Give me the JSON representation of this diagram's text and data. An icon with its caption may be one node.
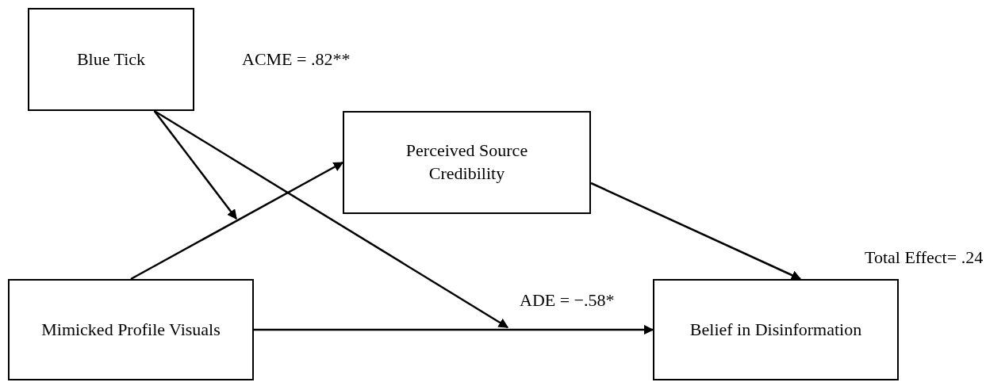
{
  "diagram": {
    "nodes": [
      {
        "text": [
          "Blue Tick"
        ]
      },
      {
        "text": [
          "Perceived Source Credibility"
        ]
      },
      {
        "text": [
          "Mimicked Profile Visuals"
        ]
      },
      {
        "text": [
          "Belief in Disinformation"
        ]
      }
    ],
    "edges": [
      {
        "from": 0,
        "to": null,
        "arrow": "to"
      },
      {
        "from": 0,
        "to": null,
        "arrow": "to"
      },
      {
        "from": 2,
        "to": 1,
        "arrow": "to"
      },
      {
        "from": 1,
        "to": 3,
        "arrow": "to"
      },
      {
        "from": 2,
        "to": 3,
        "arrow": "to"
      }
    ],
    "labels": [
      "ACME = .82**",
      "Total Effect= .24",
      "ADE = −.58*"
    ]
  }
}
